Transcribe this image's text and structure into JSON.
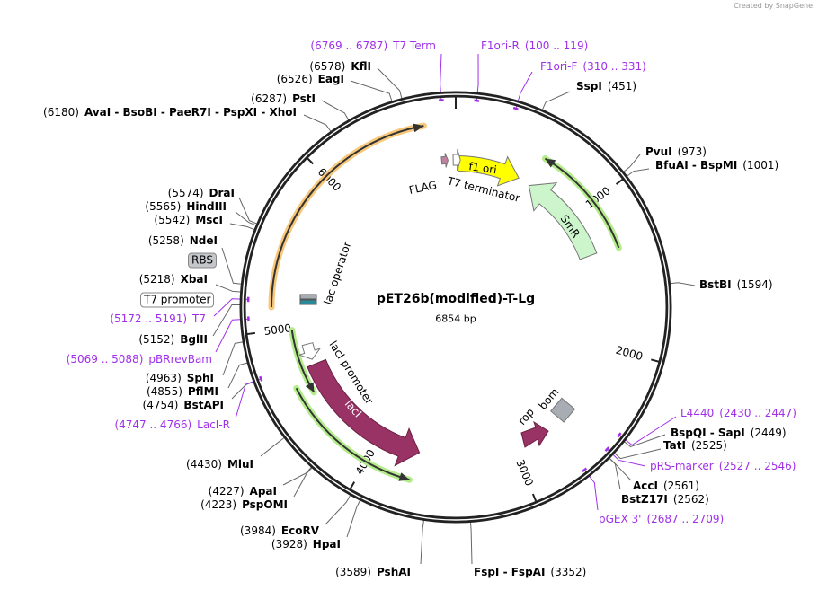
{
  "credit": "Created by SnapGene",
  "plasmid": {
    "name": "pET26b(modified)-T-Lg",
    "length_label": "6854 bp",
    "length": 6854
  },
  "ticks": [
    "1000",
    "2000",
    "3000",
    "4000",
    "5000",
    "6000"
  ],
  "colors": {
    "primer": "#a030e8",
    "backbone": "#222222",
    "orf_orange": "#f5c070",
    "orf_green": "#b4ec8c",
    "lacI": "#993366",
    "smr": "#ccf5cc",
    "f1ori": "#ffff00",
    "bom": "#a8adb4",
    "flag": "#c080a0"
  },
  "sites": [
    {
      "name": "KflI",
      "pos": "(6578)",
      "bp": 6578
    },
    {
      "name": "EagI",
      "pos": "(6526)",
      "bp": 6526
    },
    {
      "name": "PstI",
      "pos": "(6287)",
      "bp": 6287
    },
    {
      "name": "AvaI  - BsoBI  - PaeR7I  - PspXI  - XhoI",
      "pos": "(6180)",
      "bp": 6180
    },
    {
      "name": "DraI",
      "pos": "(5574)",
      "bp": 5574
    },
    {
      "name": "HindIII",
      "pos": "(5565)",
      "bp": 5565
    },
    {
      "name": "MscI",
      "pos": "(5542)",
      "bp": 5542
    },
    {
      "name": "NdeI",
      "pos": "(5258)",
      "bp": 5258
    },
    {
      "name": "XbaI",
      "pos": "(5218)",
      "bp": 5218
    },
    {
      "name": "BglII",
      "pos": "(5152)",
      "bp": 5152
    },
    {
      "name": "SphI",
      "pos": "(4963)",
      "bp": 4963
    },
    {
      "name": "PflMI",
      "pos": "(4855)",
      "bp": 4855
    },
    {
      "name": "BstAPI",
      "pos": "(4754)",
      "bp": 4754
    },
    {
      "name": "MluI",
      "pos": "(4430)",
      "bp": 4430
    },
    {
      "name": "ApaI",
      "pos": "(4227)",
      "bp": 4227
    },
    {
      "name": "PspOMI",
      "pos": "(4223)",
      "bp": 4223
    },
    {
      "name": "EcoRV",
      "pos": "(3984)",
      "bp": 3984
    },
    {
      "name": "HpaI",
      "pos": "(3928)",
      "bp": 3928
    },
    {
      "name": "PshAI",
      "pos": "(3589)",
      "bp": 3589
    },
    {
      "name": "SspI",
      "pos": "(451)",
      "bp": 451
    },
    {
      "name": "PvuI",
      "pos": "(973)",
      "bp": 973
    },
    {
      "name": "BfuAI  - BspMI",
      "pos": "(1001)",
      "bp": 1001
    },
    {
      "name": "BstBI",
      "pos": "(1594)",
      "bp": 1594
    },
    {
      "name": "BspQI  - SapI",
      "pos": "(2449)",
      "bp": 2449
    },
    {
      "name": "TatI",
      "pos": "(2525)",
      "bp": 2525
    },
    {
      "name": "AccI",
      "pos": "(2561)",
      "bp": 2561
    },
    {
      "name": "BstZ17I",
      "pos": "(2562)",
      "bp": 2562
    },
    {
      "name": "FspI  - FspAI",
      "pos": "(3352)",
      "bp": 3352
    }
  ],
  "primers": [
    {
      "name": "T7 Term",
      "pos": "(6769 .. 6787)",
      "bp": 6778
    },
    {
      "name": "T7",
      "pos": "(5172 .. 5191)",
      "bp": 5181
    },
    {
      "name": "pBRrevBam",
      "pos": "(5069 .. 5088)",
      "bp": 5078
    },
    {
      "name": "LacI-R",
      "pos": "(4747 .. 4766)",
      "bp": 4756
    },
    {
      "name": "F1ori-R",
      "pos": "(100 .. 119)",
      "bp": 110
    },
    {
      "name": "F1ori-F",
      "pos": "(310 .. 331)",
      "bp": 320
    },
    {
      "name": "L4440",
      "pos": "(2430 .. 2447)",
      "bp": 2438
    },
    {
      "name": "pRS-marker",
      "pos": "(2527 .. 2546)",
      "bp": 2536
    },
    {
      "name": "pGEX 3'",
      "pos": "(2687 .. 2709)",
      "bp": 2698
    }
  ],
  "boxed_features": {
    "rbs": "RBS",
    "t7_promoter": "T7 promoter"
  },
  "features": {
    "f1_ori": "f1 ori",
    "smr": "SmR",
    "flag": "FLAG",
    "t7_terminator": "T7 terminator",
    "lac_operator": "lac operator",
    "laci_promoter": "lacI promoter",
    "laci": "lacI",
    "rop": "rop",
    "bom": "bom"
  }
}
